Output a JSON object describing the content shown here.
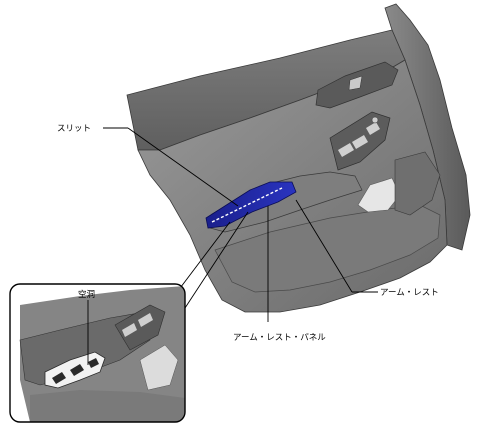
{
  "labels": {
    "slit": "スリット",
    "cavity": "空洞",
    "armrest": "アーム・レスト",
    "armrest_panel": "アーム・レスト・パネル"
  },
  "colors": {
    "panel_dark": "#6e6e6e",
    "panel_mid": "#8c8c8c",
    "panel_light": "#b4b4b4",
    "highlight": "#1c22a0"
  }
}
